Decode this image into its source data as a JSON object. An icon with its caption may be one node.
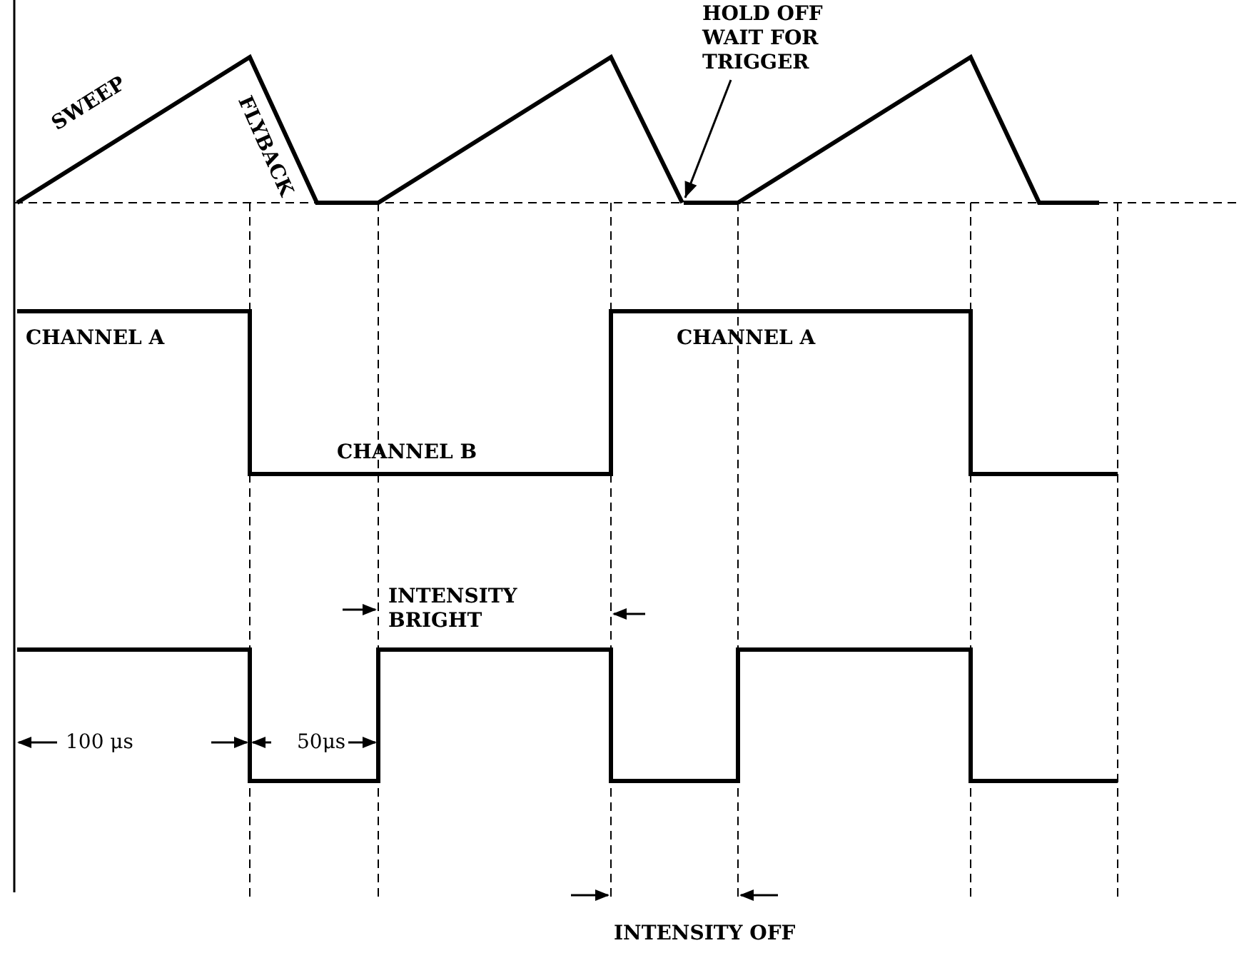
{
  "diagram": {
    "nodes": [
      {
        "text": [
          "HOLD OFF WAIT FOR TRIGGER"
        ]
      },
      {
        "text": [],
        "shape": "bar"
      }
    ],
    "edges": [
      {
        "from": 0,
        "to": 1,
        "arrow": "to"
      }
    ],
    "labels": [
      "SWEEP",
      "FLYBACK",
      "CHANNEL A",
      "CHANNEL A",
      "CHANNEL B",
      "INTENSITY BRIGHT",
      "100 μs",
      "50μs",
      "INTENSITY OFF"
    ]
  }
}
